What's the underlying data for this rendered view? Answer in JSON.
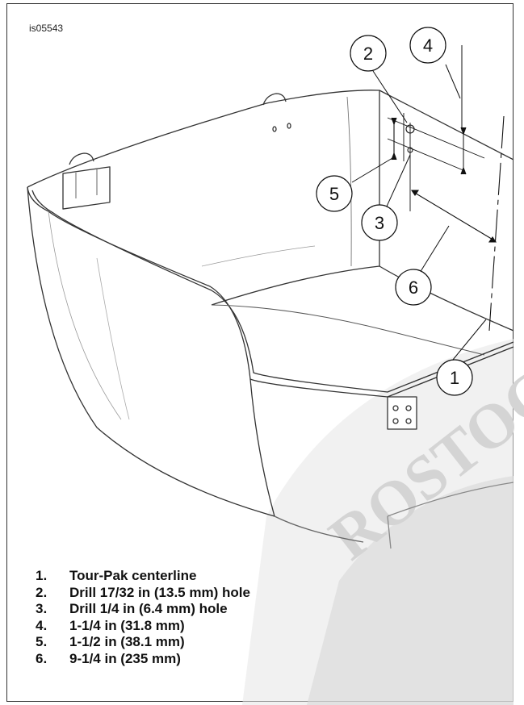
{
  "figure_id": "is05543",
  "callouts": [
    {
      "id": "callout-1",
      "label": "1"
    },
    {
      "id": "callout-2",
      "label": "2"
    },
    {
      "id": "callout-3",
      "label": "3"
    },
    {
      "id": "callout-4",
      "label": "4"
    },
    {
      "id": "callout-5",
      "label": "5"
    },
    {
      "id": "callout-6",
      "label": "6"
    }
  ],
  "legend": [
    {
      "num": "1.",
      "text": "Tour-Pak centerline"
    },
    {
      "num": "2.",
      "text": "Drill 17/32 in (13.5 mm) hole"
    },
    {
      "num": "3.",
      "text": "Drill 1/4 in (6.4 mm) hole"
    },
    {
      "num": "4.",
      "text": "1-1/4 in (31.8 mm)"
    },
    {
      "num": "5.",
      "text": "1-1/2 in (38.1 mm)"
    },
    {
      "num": "6.",
      "text": "9-1/4 in (235 mm)"
    }
  ],
  "watermark": "ROSTOCK N.E."
}
